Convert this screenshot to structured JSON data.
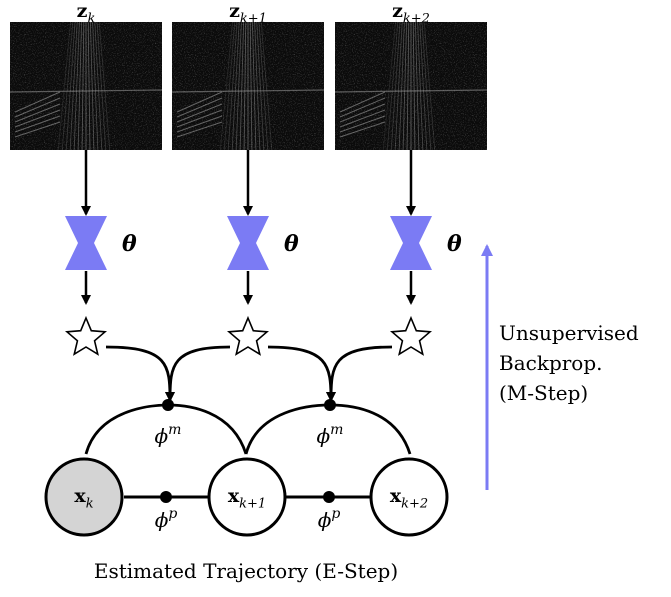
{
  "frames": [
    {
      "label_main": "z",
      "label_sub": "k"
    },
    {
      "label_main": "z",
      "label_sub": "k+1"
    },
    {
      "label_main": "z",
      "label_sub": "k+2"
    }
  ],
  "network": {
    "param_symbol": "θ"
  },
  "states": [
    {
      "label_main": "x",
      "label_sub": "k",
      "observed": true
    },
    {
      "label_main": "x",
      "label_sub": "k+1",
      "observed": false
    },
    {
      "label_main": "x",
      "label_sub": "k+2",
      "observed": false
    }
  ],
  "factors": {
    "measurement": {
      "main": "ϕ",
      "sup": "m"
    },
    "process": {
      "main": "ϕ",
      "sup": "p"
    }
  },
  "side_label": {
    "line1": "Unsupervised",
    "line2": "Backprop.",
    "line3": "(M-Step)"
  },
  "caption": "Estimated Trajectory (E-Step)",
  "colors": {
    "network": "#7b7bf4",
    "arrow_up": "#7b7bf4",
    "observed_node": "#d4d4d4",
    "frame_bg": "#0b0b0b"
  }
}
